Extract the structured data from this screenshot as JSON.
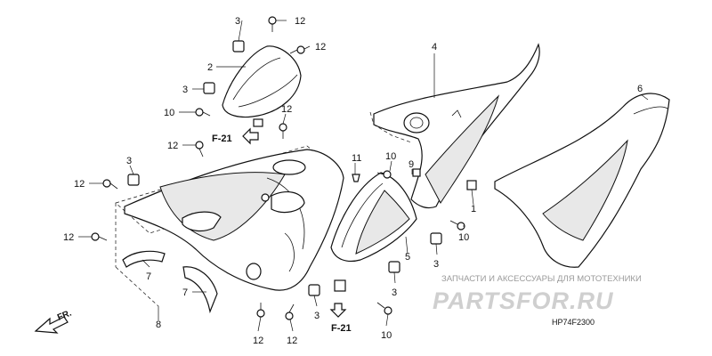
{
  "diagram": {
    "callouts": {
      "n1": "1",
      "n2": "2",
      "n3": "3",
      "n4": "4",
      "n5": "5",
      "n6": "6",
      "n7": "7",
      "n8": "8",
      "n9": "9",
      "n10": "10",
      "n11": "11",
      "n12": "12"
    },
    "references": {
      "top": "F-21",
      "bottom": "F-21"
    },
    "front_arrow": "FR.",
    "drawing_code": "HP74F2300"
  },
  "watermark": {
    "subtitle": "ЗАПЧАСТИ И АКСЕССУАРЫ ДЛЯ МОТОТЕХНИКИ",
    "brand": "PARTSFOR.RU",
    "color": "#cfcfcf"
  }
}
